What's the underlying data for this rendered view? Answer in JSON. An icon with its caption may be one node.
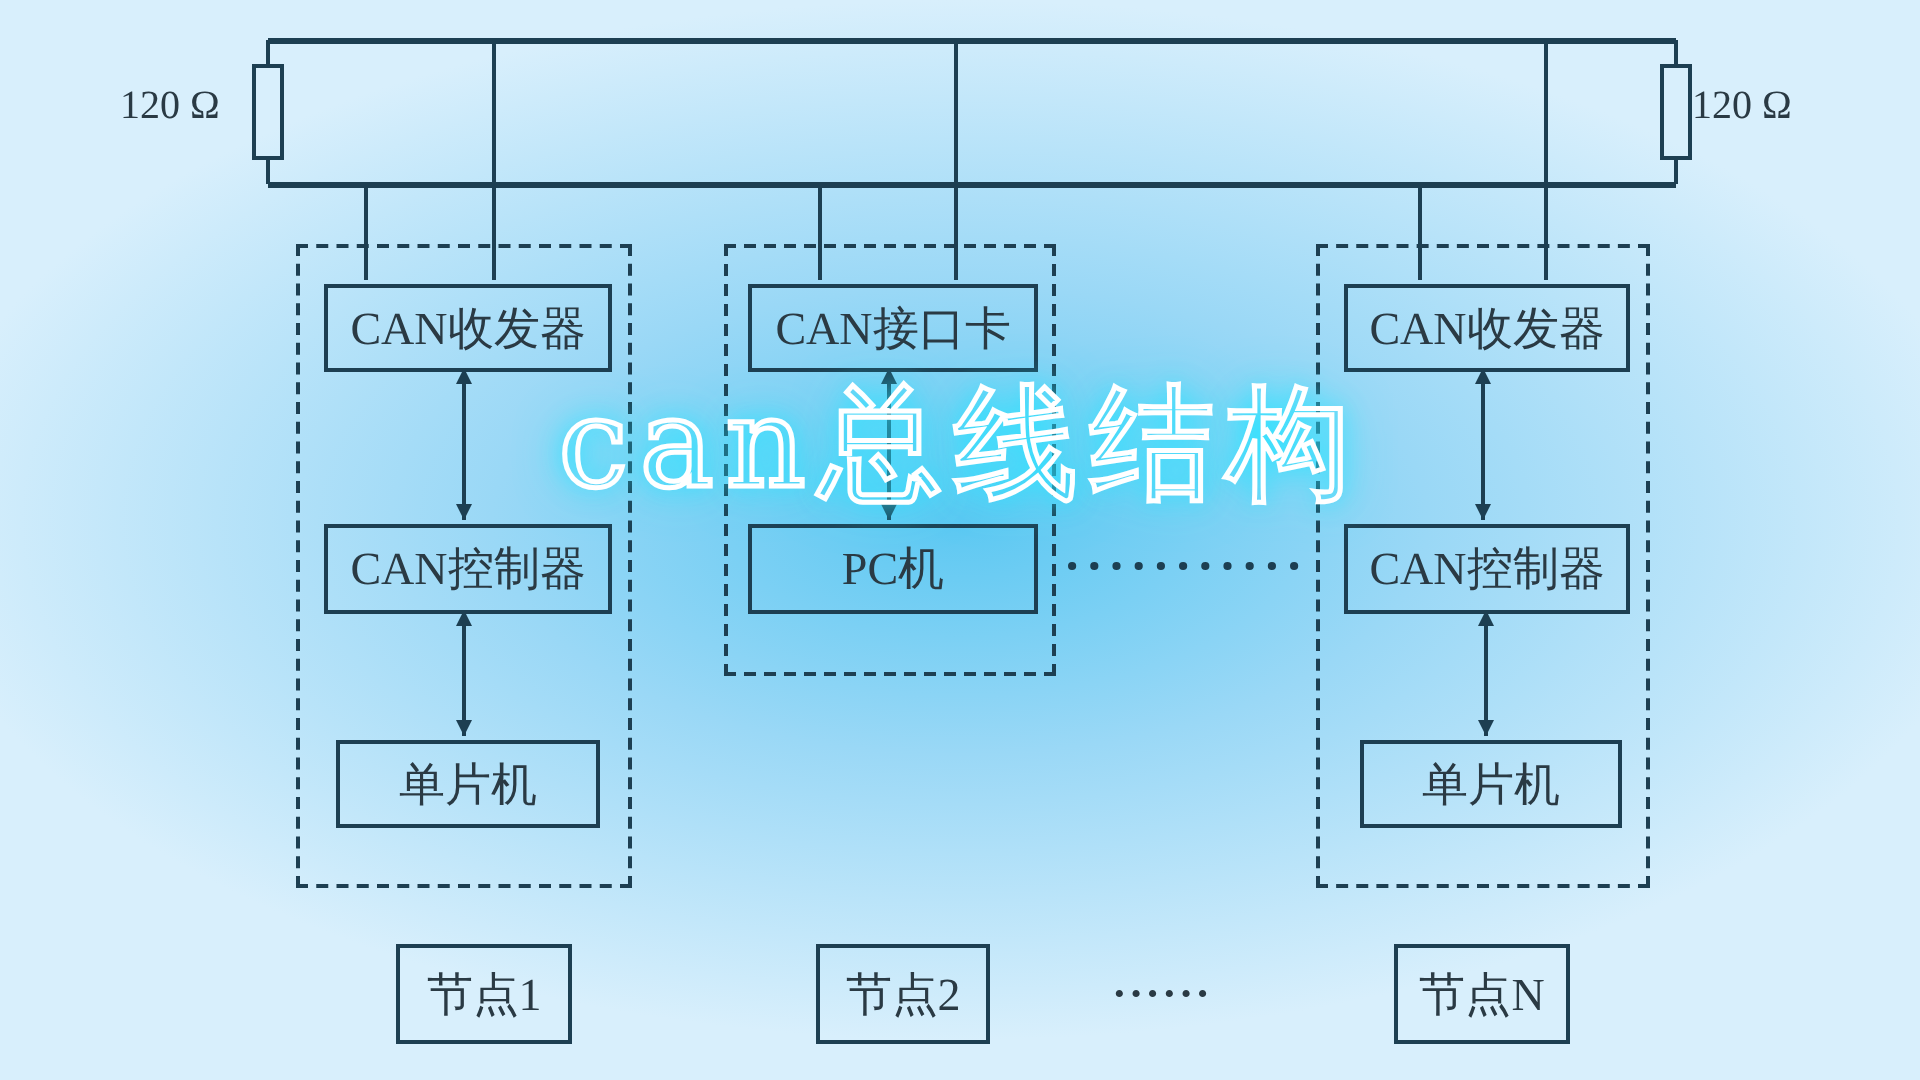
{
  "diagram": {
    "title": "can总线结构",
    "nodes": [
      {
        "text": [],
        "shape": "bar"
      },
      {
        "text": [],
        "shape": "bar"
      },
      {
        "text": [],
        "shape": "box"
      },
      {
        "text": [
          "CAN收发器"
        ],
        "in": 2
      },
      {
        "text": [
          "CAN控制器"
        ],
        "in": 2
      },
      {
        "text": [
          "单片机"
        ],
        "in": 2
      },
      {
        "text": [],
        "shape": "box"
      },
      {
        "text": [
          "CAN接口卡"
        ],
        "in": 6
      },
      {
        "text": [
          "PC机"
        ],
        "in": 6
      },
      {
        "text": [],
        "shape": "box"
      },
      {
        "text": [
          "CAN收发器"
        ],
        "in": 9
      },
      {
        "text": [
          "CAN控制器"
        ],
        "in": 9
      },
      {
        "text": [
          "单片机"
        ],
        "in": 9
      },
      {
        "text": [
          "节点1"
        ]
      },
      {
        "text": [
          "节点2"
        ]
      },
      {
        "text": [
          "节点N"
        ]
      }
    ],
    "edges": [
      {
        "from": 3,
        "to": 1,
        "arrow": "none"
      },
      {
        "from": 3,
        "to": 0,
        "arrow": "none"
      },
      {
        "from": 3,
        "to": 4,
        "arrow": "both"
      },
      {
        "from": 4,
        "to": 5,
        "arrow": "both"
      },
      {
        "from": 7,
        "to": 1,
        "arrow": "none"
      },
      {
        "from": 7,
        "to": 0,
        "arrow": "none"
      },
      {
        "from": 7,
        "to": 8,
        "arrow": "both"
      },
      {
        "from": 10,
        "to": 1,
        "arrow": "none"
      },
      {
        "from": 10,
        "to": 0,
        "arrow": "none"
      },
      {
        "from": 10,
        "to": 11,
        "arrow": "both"
      },
      {
        "from": 11,
        "to": 12,
        "arrow": "both"
      }
    ],
    "labels": [
      "120 Ω",
      "120 Ω",
      "······"
    ]
  }
}
